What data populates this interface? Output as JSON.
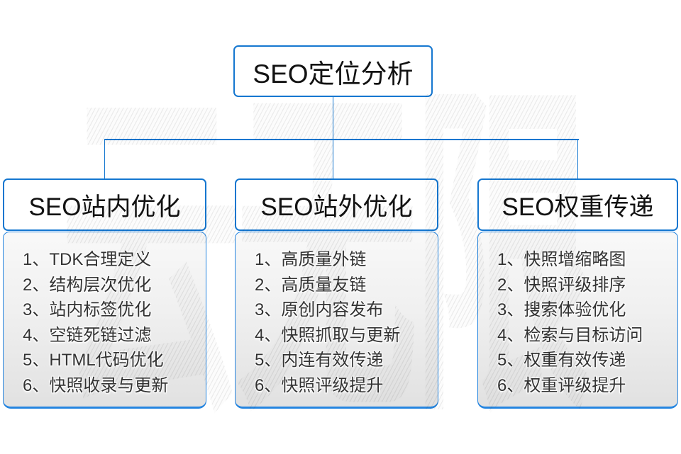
{
  "root": {
    "title": "SEO定位分析"
  },
  "columns": [
    {
      "title": "SEO站内优化",
      "items": [
        "1、TDK合理定义",
        "2、结构层次优化",
        "3、站内标签优化",
        "4、空链死链过滤",
        "5、HTML代码优化",
        "6、快照收录与更新"
      ]
    },
    {
      "title": "SEO站外优化",
      "items": [
        "1、高质量外链",
        "2、高质量友链",
        "3、原创内容发布",
        "4、快照抓取与更新",
        "5、内连有效传递",
        "6、快照评级提升"
      ]
    },
    {
      "title": "SEO权重传递",
      "items": [
        "1、快照增缩略图",
        "2、快照评级排序",
        "3、搜索体验优化",
        "4、检索与目标访问",
        "5、权重有效传递",
        "6、权重评级提升"
      ]
    }
  ],
  "watermark": "云无限",
  "colors": {
    "accent": "#1577d0",
    "list_border": "#2585e0"
  }
}
